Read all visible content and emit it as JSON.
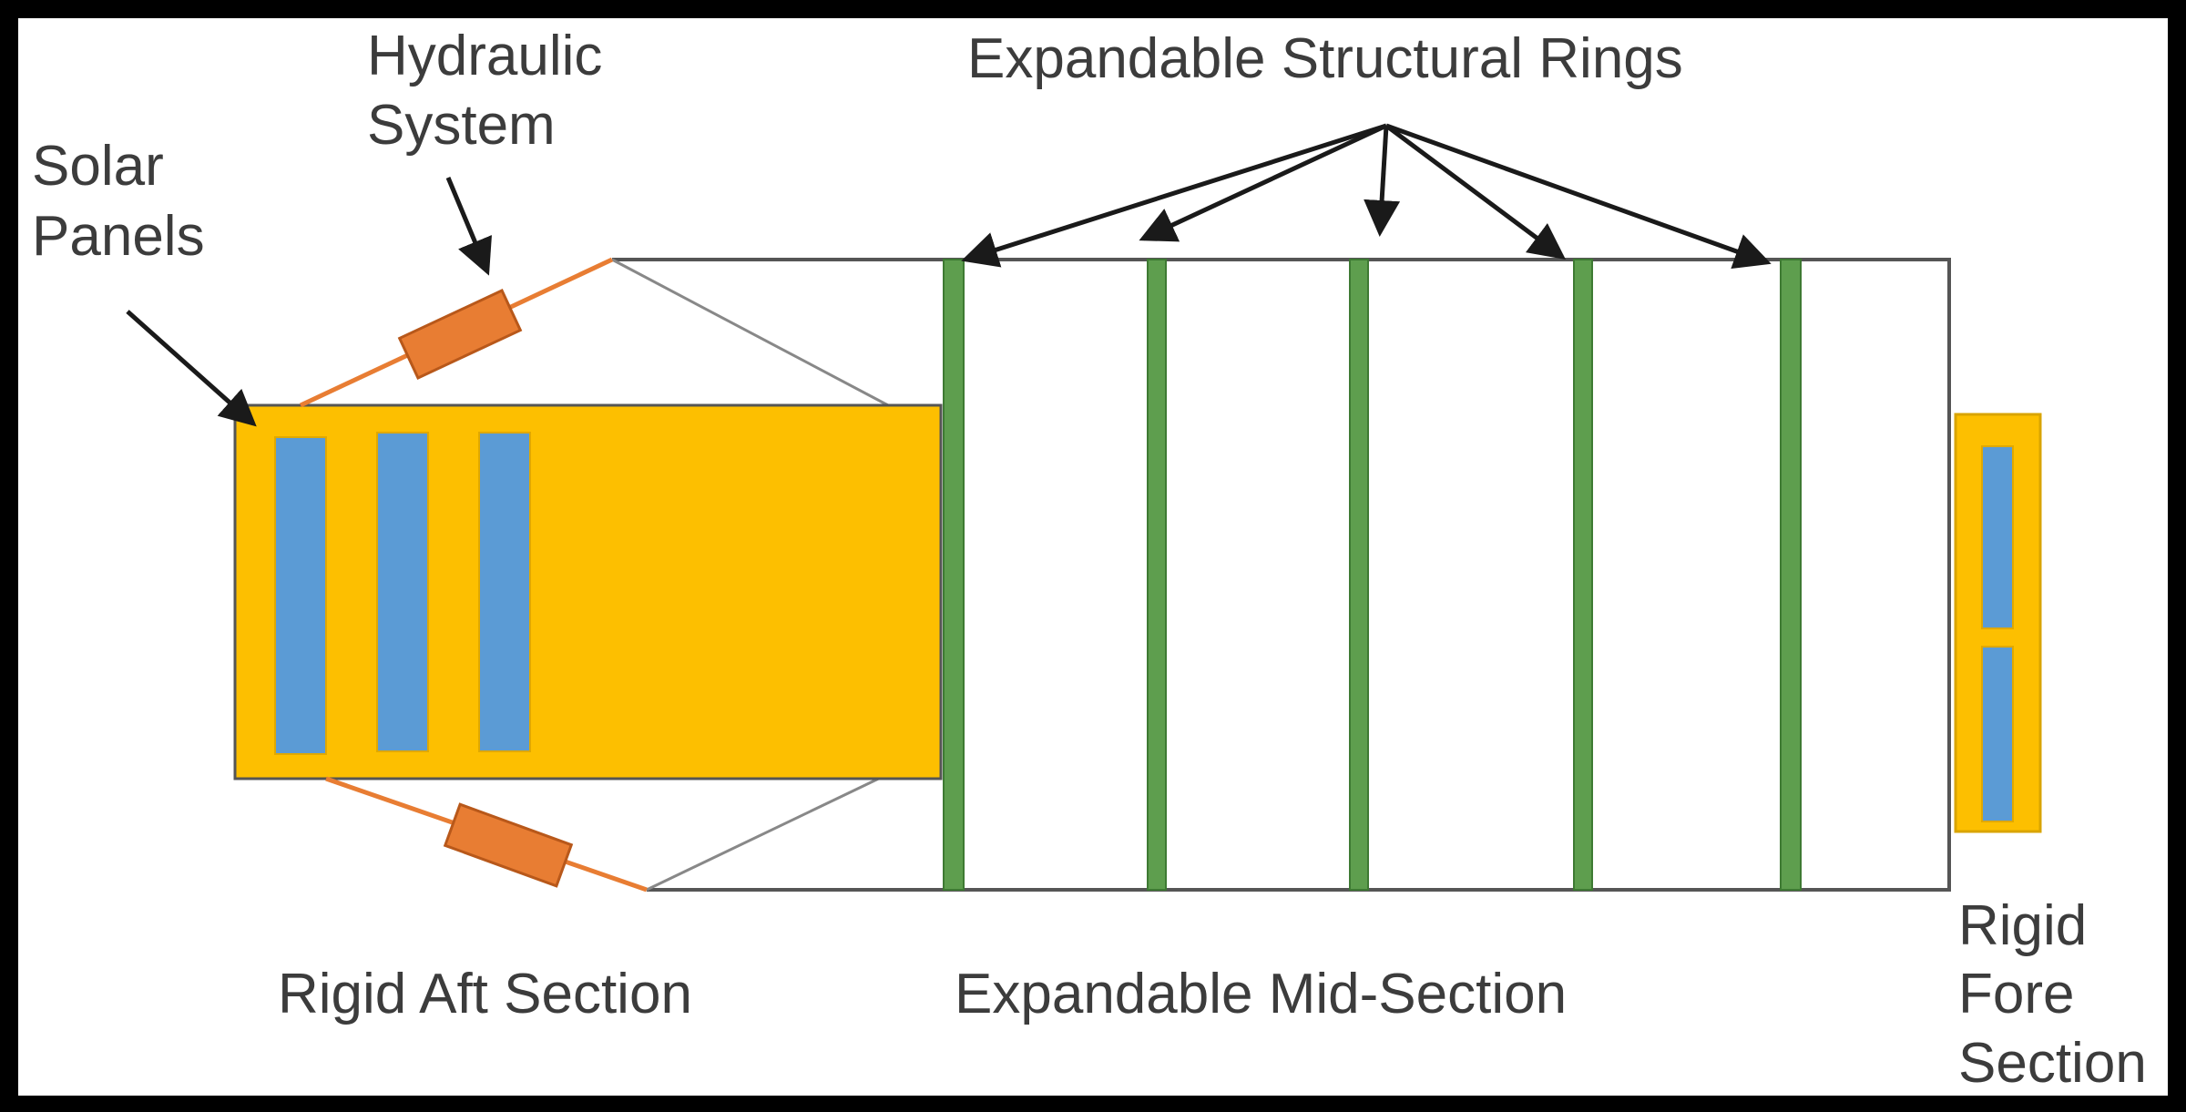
{
  "labels": {
    "solar_panels": [
      "Solar",
      "Panels"
    ],
    "hydraulic_system": [
      "Hydraulic",
      "System"
    ],
    "structural_rings": "Expandable Structural Rings",
    "aft_section": "Rigid Aft Section",
    "mid_section": "Expandable Mid-Section",
    "fore_section": [
      "Rigid",
      "Fore",
      "Section"
    ]
  },
  "colors": {
    "rigid_body": "#FDBF00",
    "solar_panel": "#5B9BD5",
    "structural_ring": "#5E9E4E",
    "hydraulic": "#E87D33",
    "outline": "#555555",
    "label_text": "#3c3c3c",
    "arrow": "#1a1a1a",
    "background": "#FFFFFF",
    "frame": "#000000"
  },
  "counts": {
    "structural_rings": 5,
    "aft_solar_panels": 3,
    "fore_solar_panels": 2
  }
}
